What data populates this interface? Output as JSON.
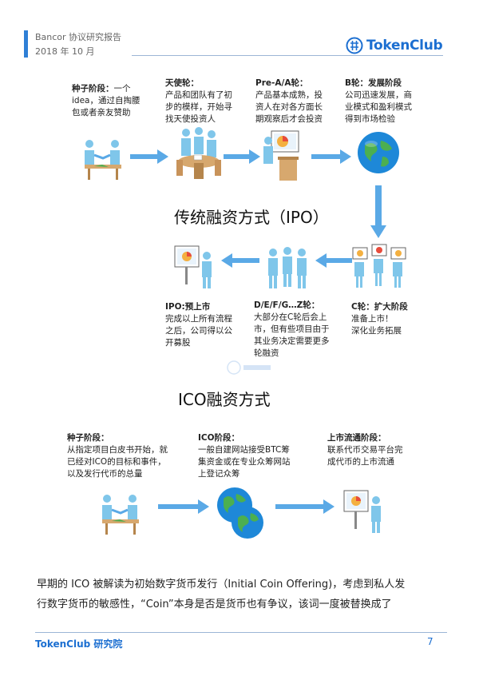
{
  "header": {
    "line1": "Bancor 协议研究报告",
    "line2": "2018 年 10 月",
    "logo_text": "TokenClub",
    "accent_color": "#2f7fd6",
    "logo_color": "#1c6fd1"
  },
  "ipo": {
    "title": "传统融资方式（IPO）",
    "stages": [
      {
        "title": "种子阶段：",
        "body": [
          "一个",
          "idea，通过自掏腰",
          "包或者亲友赞助"
        ]
      },
      {
        "title": "天使轮：",
        "body": [
          "产品和团队有了初",
          "步的模样，开始寻",
          "找天使投资人"
        ]
      },
      {
        "title": "Pre-A/A轮：",
        "body": [
          "产品基本成熟，投",
          "资人在对各方面长",
          "期观察后才会投资"
        ]
      },
      {
        "title": "B轮：发展阶段",
        "body": [
          "公司迅速发展，商",
          "业模式和盈利模式",
          "得到市场检验"
        ]
      },
      {
        "title": "C轮：扩大阶段",
        "body": [
          "准备上市！",
          "深化业务拓展"
        ]
      },
      {
        "title": "D/E/F/G…Z轮：",
        "body": [
          "大部分在C轮后会上",
          "市，但有些项目由于",
          "其业务决定需要更多",
          "轮融资"
        ]
      },
      {
        "title": "IPO:预上市",
        "body": [
          "完成以上所有流程",
          "之后，公司得以公",
          "开募股"
        ]
      }
    ]
  },
  "ico": {
    "title": "ICO融资方式",
    "stages": [
      {
        "title": "种子阶段：",
        "body": [
          "从指定项目白皮书开始，就",
          "已经对ICO的目标和事件，",
          "以及发行代币的总量"
        ]
      },
      {
        "title": "ICO阶段：",
        "body": [
          "一般自建网站接受BTC筹",
          "集资金或在专业众筹网站",
          "上登记众筹"
        ]
      },
      {
        "title": "上市流通阶段：",
        "body": [
          "联系代币交易平台完",
          "成代币的上市流通"
        ]
      }
    ]
  },
  "paragraph": {
    "line1": "早期的 ICO 被解读为初始数字货币发行（Initial Coin Offering)，考虑到私人发",
    "line2": "行数字货币的敏感性，“Coin”本身是否是货币也有争议，该词一度被替换成了"
  },
  "footer": {
    "left": "TokenClub 研究院",
    "page": "7"
  },
  "icons": {
    "person": "person-icon",
    "globe": "globe-icon",
    "chart": "chart-board-icon",
    "arrow": "arrow-icon"
  },
  "colors": {
    "arrow": "#5aa9e6",
    "person_body": "#7fc6ea",
    "globe_ocean": "#1e88d8",
    "globe_land": "#4caf50"
  }
}
